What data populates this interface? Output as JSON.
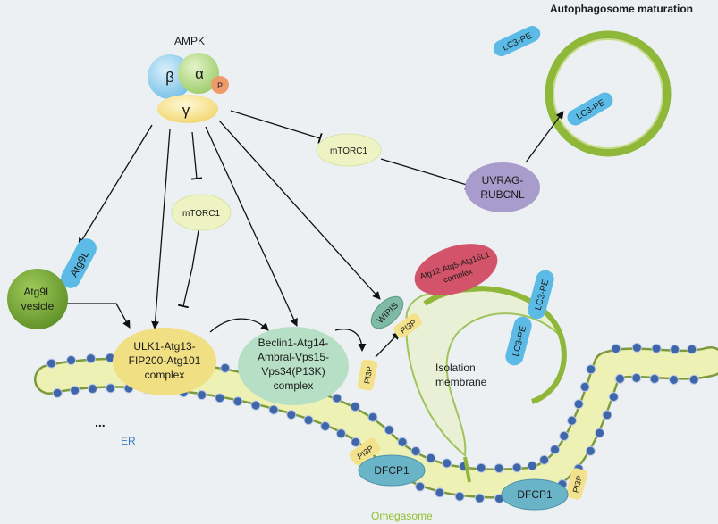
{
  "title": "Autophagosome maturation",
  "ampk": {
    "label": "AMPK",
    "beta": "β",
    "alpha": "α",
    "gamma": "γ",
    "phospho": "P"
  },
  "mtorc1_top": "mTORC1",
  "mtorc1_mid": "mTORC1",
  "uvrag": [
    "UVRAG-",
    "RUBCNL"
  ],
  "lc3": "LC3-PE",
  "atg9l": "Atg9L",
  "atg9_vesicle": [
    "Atg9L",
    "vesicle"
  ],
  "ulk1": [
    "ULK1-Atg13-",
    "FIP200-Atg101",
    "complex"
  ],
  "beclin": [
    "Beclin1-Atg14-",
    "Ambral-Vps15-",
    "Vps34(P13K)",
    "complex"
  ],
  "wipi": "WIPIS",
  "pi3p": "PI3P",
  "atg12": [
    "Atg12-Atg5-Atg16L1",
    "complex"
  ],
  "isolation": [
    "Isolation",
    "membrane"
  ],
  "er": "ER",
  "dfcp1": "DFCP1",
  "ellipsis": "...",
  "omegasome": "Omegasome",
  "colors": {
    "background": "#ecf0f2",
    "er_fill": "#eef1b4",
    "er_border": "#7d9a3c",
    "bead": "#3f66a8",
    "membrane": "#8fb83a",
    "lc3": "#5bbbe6",
    "mtorc1": "#eef3c4",
    "uvrag": "#a79ccb",
    "ulk1": "#f1df83",
    "beclin": "#b6dfc6",
    "atg12": "#d3546a",
    "dfcp1": "#6ab4c8",
    "atg9_vesicle": "#73a234",
    "omegasome_text": "#8fbf2e",
    "er_text": "#3a78bd"
  }
}
